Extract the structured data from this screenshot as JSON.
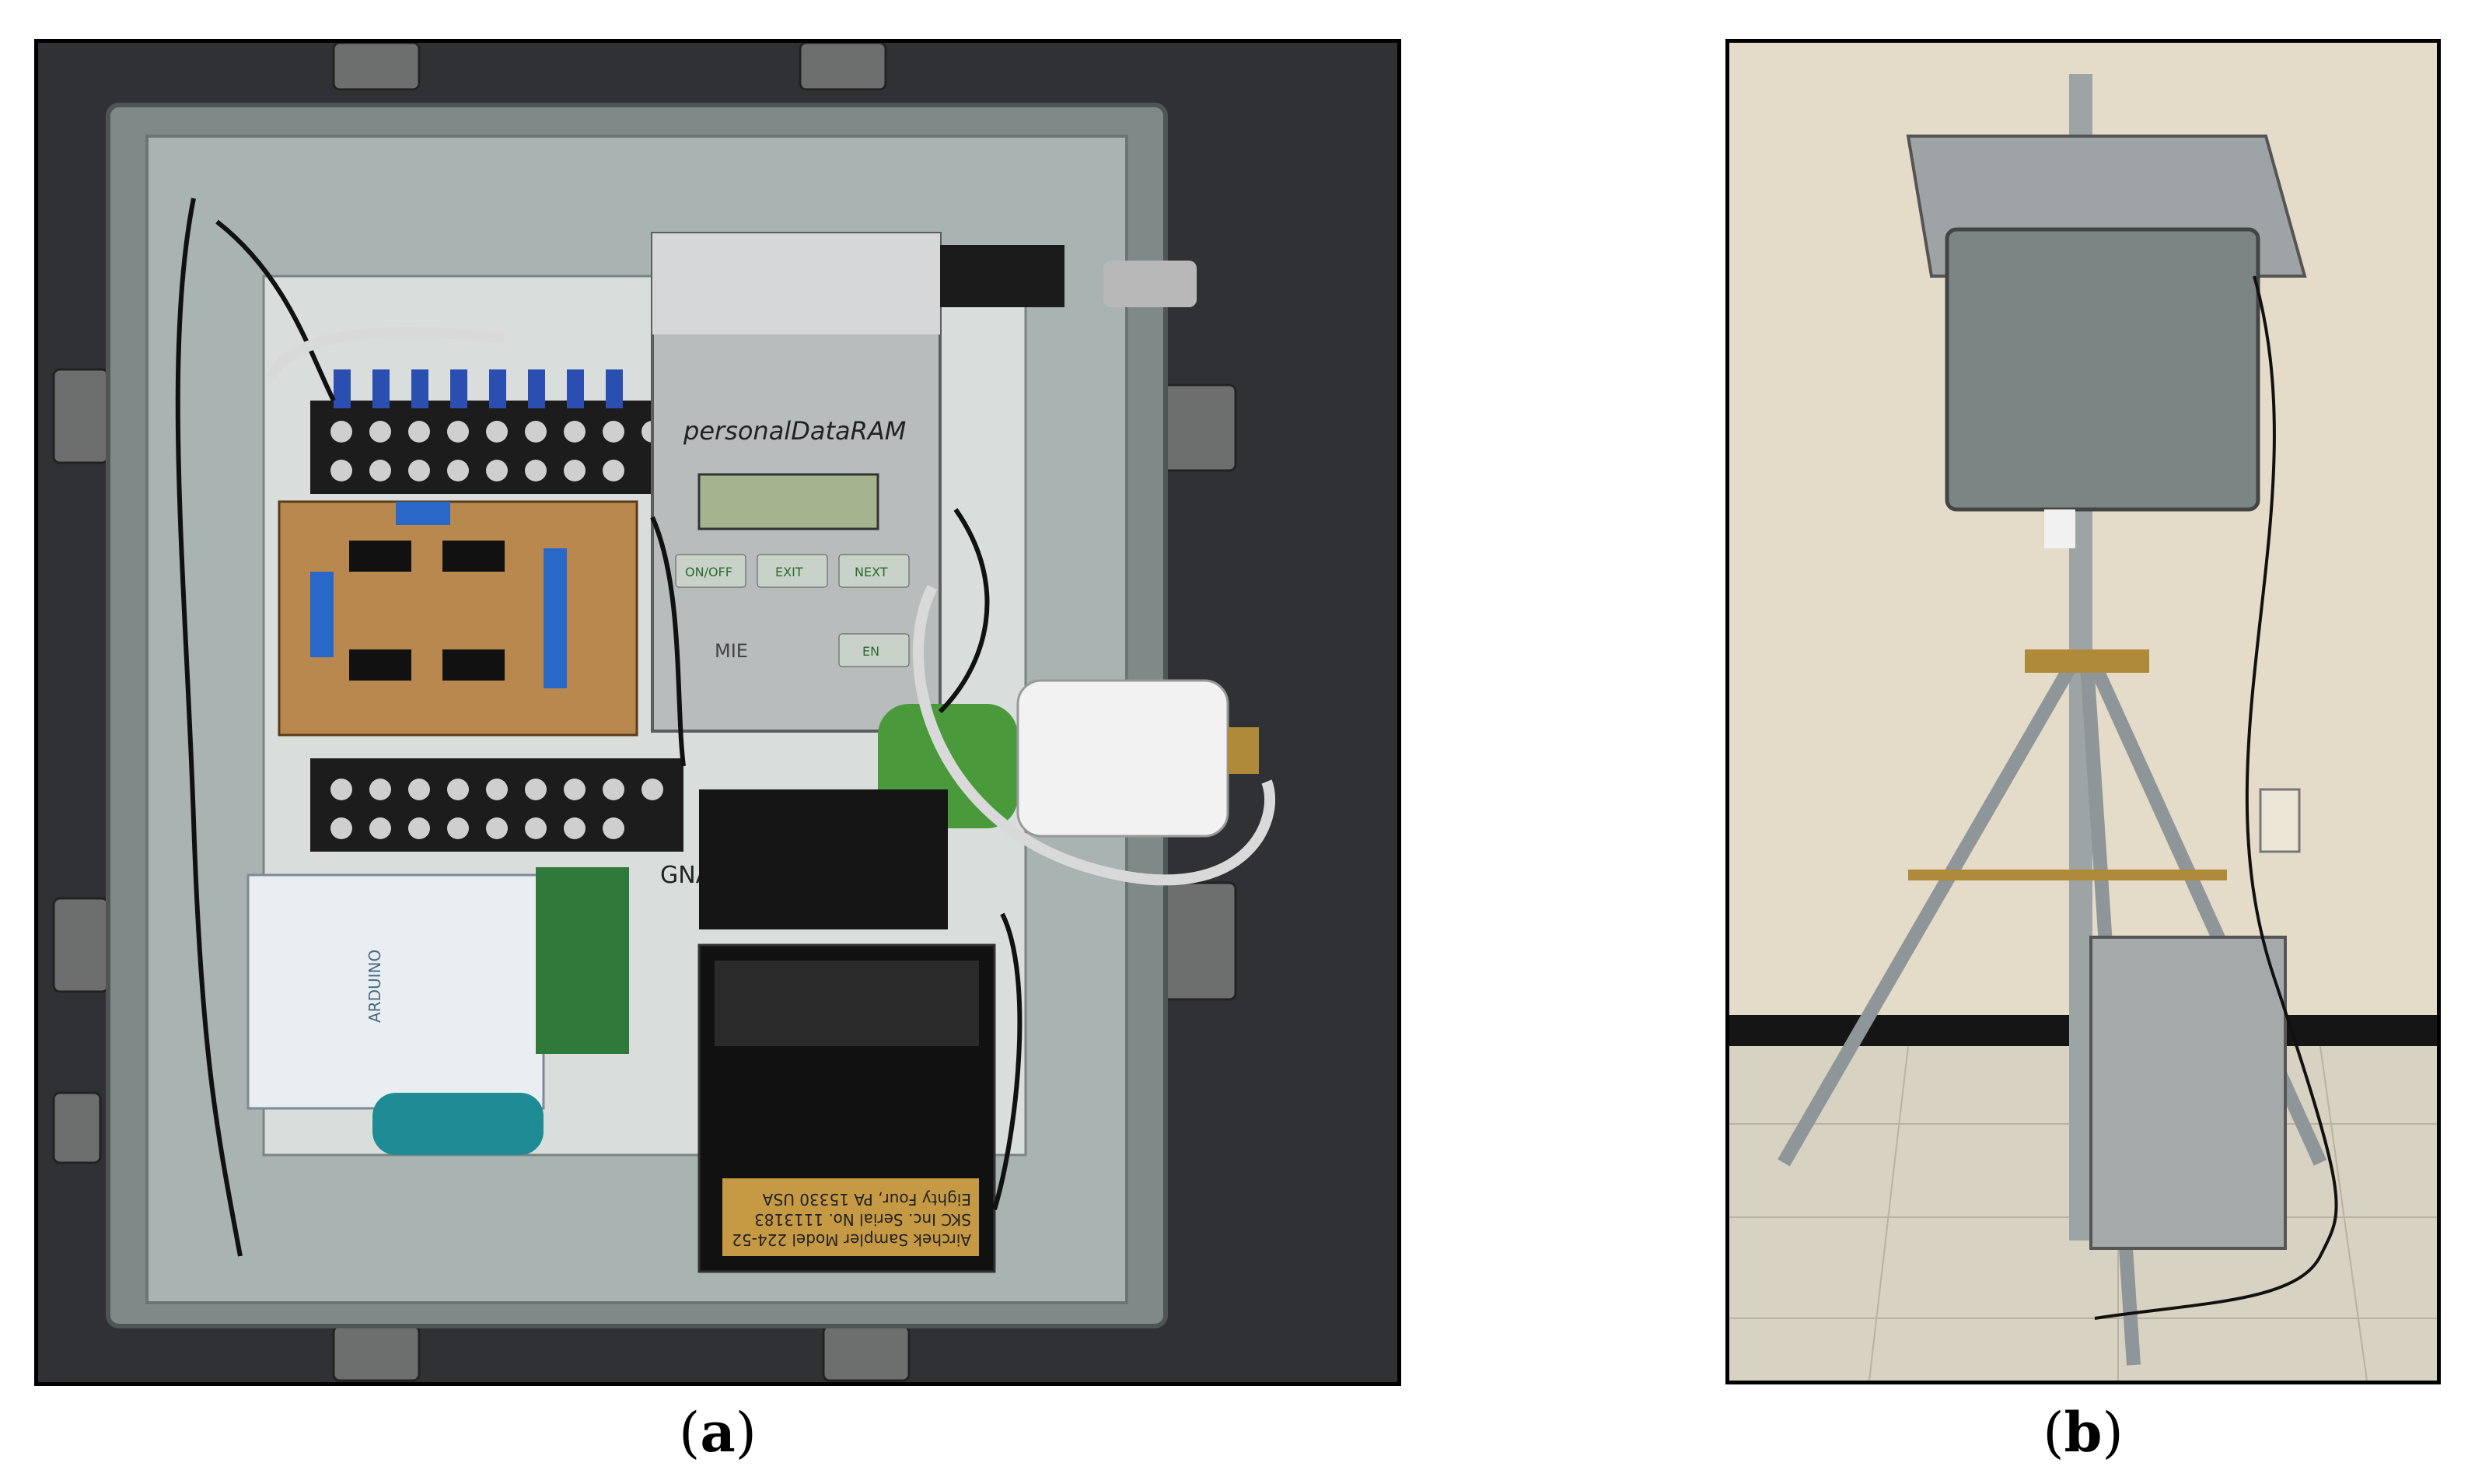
{
  "figure": {
    "panels": [
      {
        "id": "a",
        "label": "a",
        "photo_subject": "open-enclosure-electronics",
        "device_texts": {
          "monitor_brand": "personalDataRAM",
          "keys": [
            "ON/OFF",
            "EXIT",
            "NEXT",
            "EN"
          ],
          "vendor_mark": "MIE",
          "pump_label_lines": [
            "Airchek Sampler Model 224-52",
            "SKC Inc. Serial No. 1113183",
            "Eighty Four, PA 15330 USA"
          ],
          "board_brand": "ARDUINO",
          "tape_text": "GNA"
        }
      },
      {
        "id": "b",
        "label": "b",
        "photo_subject": "enclosure-on-tripod"
      }
    ],
    "colors": {
      "background": "#2f3134",
      "enclosure": "#7f8a88",
      "enclosure_inner": "#a9b3b2",
      "wall": "#e4dcc8",
      "floor_tile": "#d8d2c2"
    }
  }
}
